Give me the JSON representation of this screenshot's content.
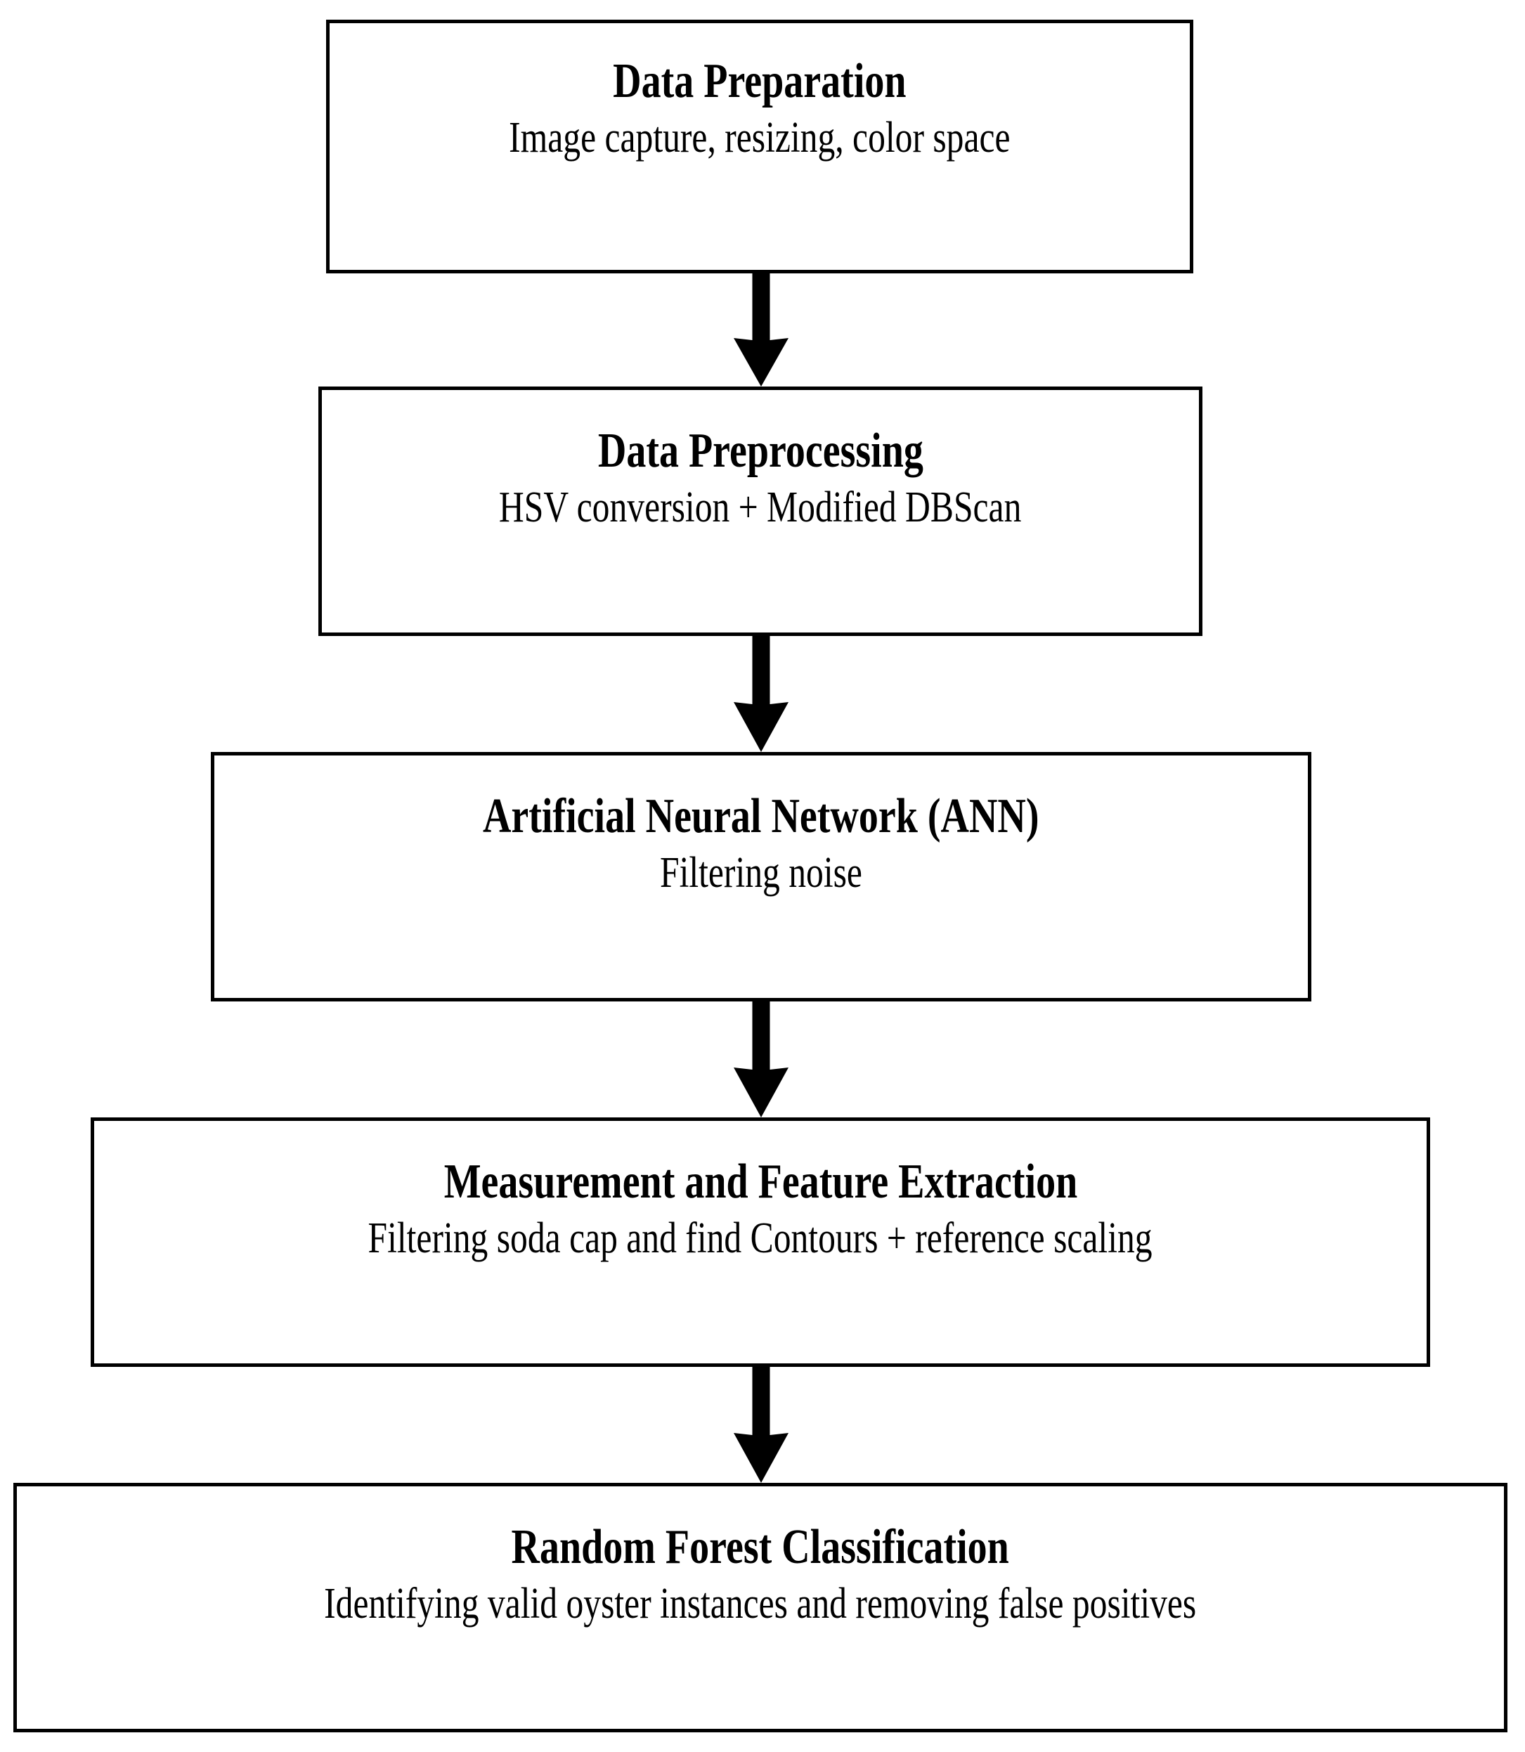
{
  "diagram": {
    "title": "Oyster detection and measurement pipeline flowchart",
    "orientation": "top-to-bottom",
    "stroke_color": "#000000",
    "fill_color": "#ffffff",
    "nodes": [
      {
        "id": "data-preparation",
        "title": "Data Preparation",
        "subtitle": "Image capture, resizing, color space"
      },
      {
        "id": "data-preprocessing",
        "title": "Data Preprocessing",
        "subtitle": "HSV conversion + Modified DBScan"
      },
      {
        "id": "artificial-neural-network",
        "title": "Artificial Neural Network (ANN)",
        "subtitle": "Filtering noise"
      },
      {
        "id": "measurement-and-feature-extraction",
        "title": "Measurement and Feature Extraction",
        "subtitle": "Filtering soda cap and find Contours + reference scaling"
      },
      {
        "id": "random-forest-classification",
        "title": "Random Forest Classification",
        "subtitle": "Identifying valid oyster instances and removing false positives"
      }
    ],
    "connectors": [
      {
        "id": "arrow-1",
        "from": "data-preparation",
        "to": "data-preprocessing",
        "icon": "down-arrow-icon"
      },
      {
        "id": "arrow-2",
        "from": "data-preprocessing",
        "to": "artificial-neural-network",
        "icon": "down-arrow-icon"
      },
      {
        "id": "arrow-3",
        "from": "artificial-neural-network",
        "to": "measurement-and-feature-extraction",
        "icon": "down-arrow-icon"
      },
      {
        "id": "arrow-4",
        "from": "measurement-and-feature-extraction",
        "to": "random-forest-classification",
        "icon": "down-arrow-icon"
      }
    ]
  }
}
